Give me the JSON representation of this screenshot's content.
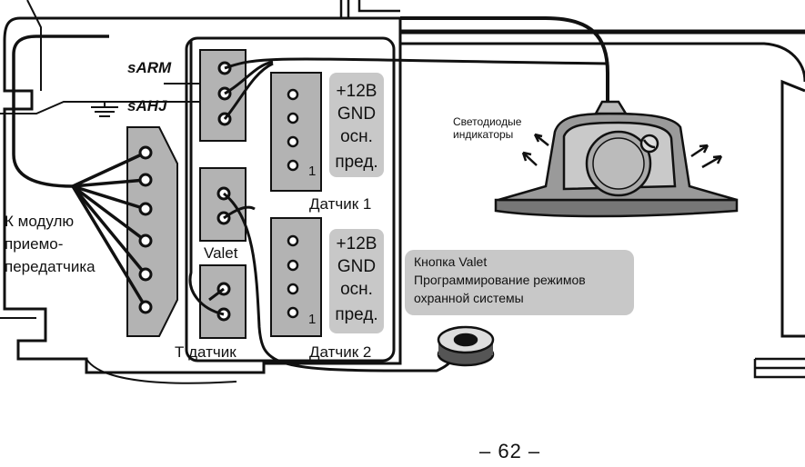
{
  "labels": {
    "sarm": "sARM",
    "sahj": "sAHJ",
    "receiver_lines": [
      "К модулю",
      "приемо-",
      "передатчика"
    ],
    "valet": "Valet",
    "t_sensor": "Т датчик",
    "sensor1": "Датчик 1",
    "sensor2": "Датчик 2",
    "pins_block1": [
      "+12В",
      "GND",
      "осн.",
      "пред."
    ],
    "pins_block2": [
      "+12В",
      "GND",
      "осн.",
      "пред."
    ],
    "pin_one": "1",
    "led_lines": [
      "Светодиодые",
      "индикаторы"
    ],
    "valet_button_lines": [
      "Кнопка Valet",
      "Программирование режимов",
      "охранной системы"
    ]
  },
  "page_number": "– 62 –",
  "colors": {
    "line": "#111111",
    "module_fill": "#b3b3b3",
    "label_box": "#c8c8c8",
    "grey_dark": "#8a8a8a"
  }
}
